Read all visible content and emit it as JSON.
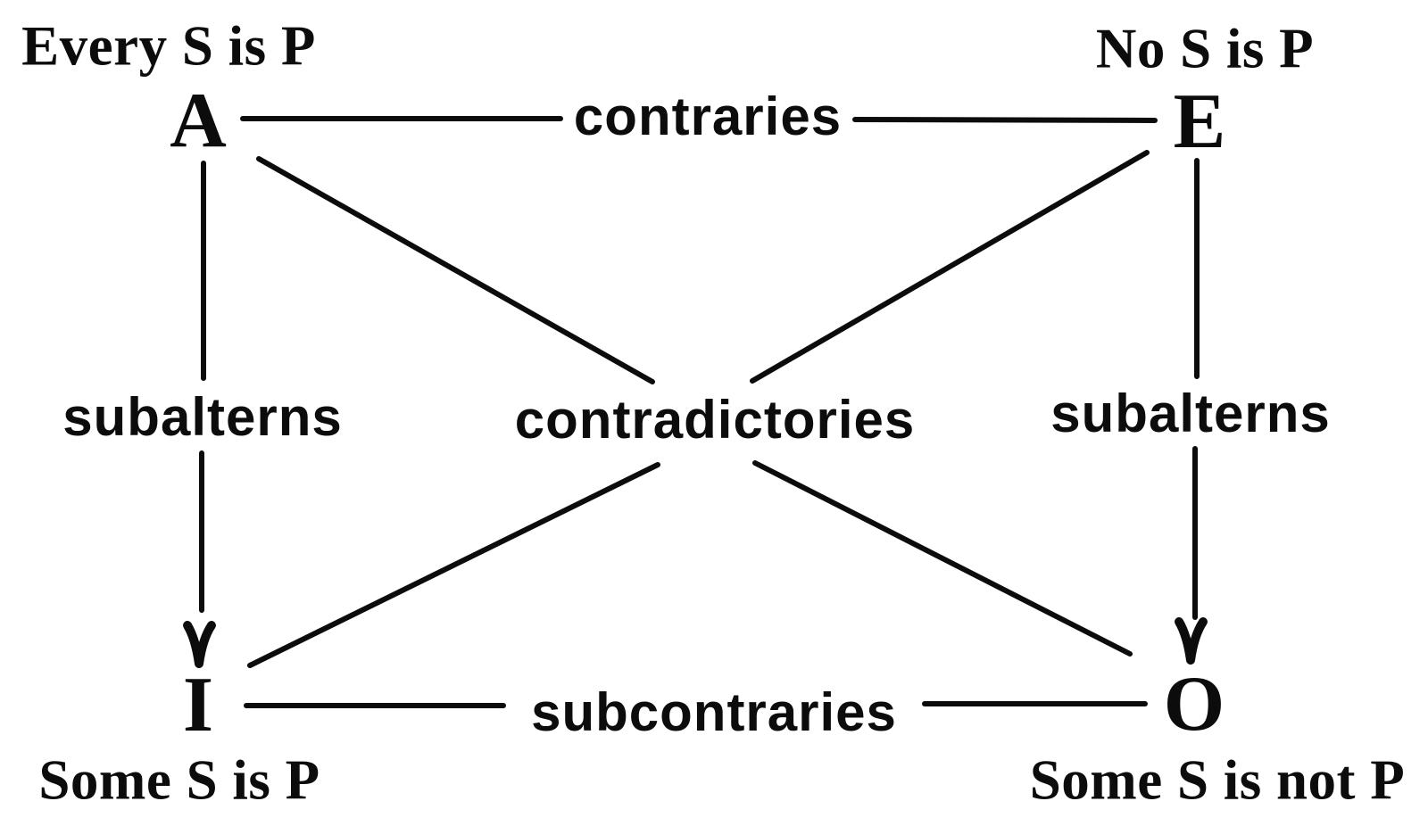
{
  "diagram": {
    "background_color": "#ffffff",
    "ink_color": "#0c0c0c",
    "nodes": {
      "a": {
        "letter": "A",
        "statement": "Every S is P"
      },
      "e": {
        "letter": "E",
        "statement": "No S is P"
      },
      "i": {
        "letter": "I",
        "statement": "Some S is P"
      },
      "o": {
        "letter": "O",
        "statement": "Some S is not P"
      }
    },
    "relations": {
      "contraries": {
        "label": "contraries"
      },
      "contradictories": {
        "label": "contradictories"
      },
      "subalterns_left": {
        "label": "subalterns"
      },
      "subalterns_right": {
        "label": "subalterns"
      },
      "subcontraries": {
        "label": "subcontraries"
      }
    }
  }
}
